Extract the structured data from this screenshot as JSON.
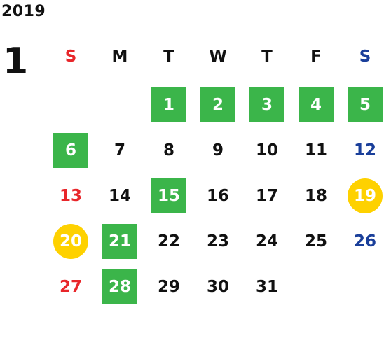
{
  "calendar": {
    "year": "2019",
    "month": "1",
    "weekdays": [
      "S",
      "M",
      "T",
      "W",
      "T",
      "F",
      "S"
    ],
    "first_weekday_index": 2,
    "colors": {
      "text": "#111111",
      "sunday": "#e8262a",
      "saturday": "#1a3f9a",
      "green": "#3bb54a",
      "yellow": "#fed100",
      "highlight_text": "#ffffff"
    },
    "days": [
      {
        "day": "1",
        "mark": "green"
      },
      {
        "day": "2",
        "mark": "green"
      },
      {
        "day": "3",
        "mark": "green"
      },
      {
        "day": "4",
        "mark": "green"
      },
      {
        "day": "5",
        "mark": "green"
      },
      {
        "day": "6",
        "mark": "green"
      },
      {
        "day": "7",
        "mark": ""
      },
      {
        "day": "8",
        "mark": ""
      },
      {
        "day": "9",
        "mark": ""
      },
      {
        "day": "10",
        "mark": ""
      },
      {
        "day": "11",
        "mark": ""
      },
      {
        "day": "12",
        "mark": ""
      },
      {
        "day": "13",
        "mark": ""
      },
      {
        "day": "14",
        "mark": ""
      },
      {
        "day": "15",
        "mark": "green"
      },
      {
        "day": "16",
        "mark": ""
      },
      {
        "day": "17",
        "mark": ""
      },
      {
        "day": "18",
        "mark": ""
      },
      {
        "day": "19",
        "mark": "yellow"
      },
      {
        "day": "20",
        "mark": "yellow"
      },
      {
        "day": "21",
        "mark": "green"
      },
      {
        "day": "22",
        "mark": ""
      },
      {
        "day": "23",
        "mark": ""
      },
      {
        "day": "24",
        "mark": ""
      },
      {
        "day": "25",
        "mark": ""
      },
      {
        "day": "26",
        "mark": ""
      },
      {
        "day": "27",
        "mark": ""
      },
      {
        "day": "28",
        "mark": "green"
      },
      {
        "day": "29",
        "mark": ""
      },
      {
        "day": "30",
        "mark": ""
      },
      {
        "day": "31",
        "mark": ""
      }
    ]
  }
}
